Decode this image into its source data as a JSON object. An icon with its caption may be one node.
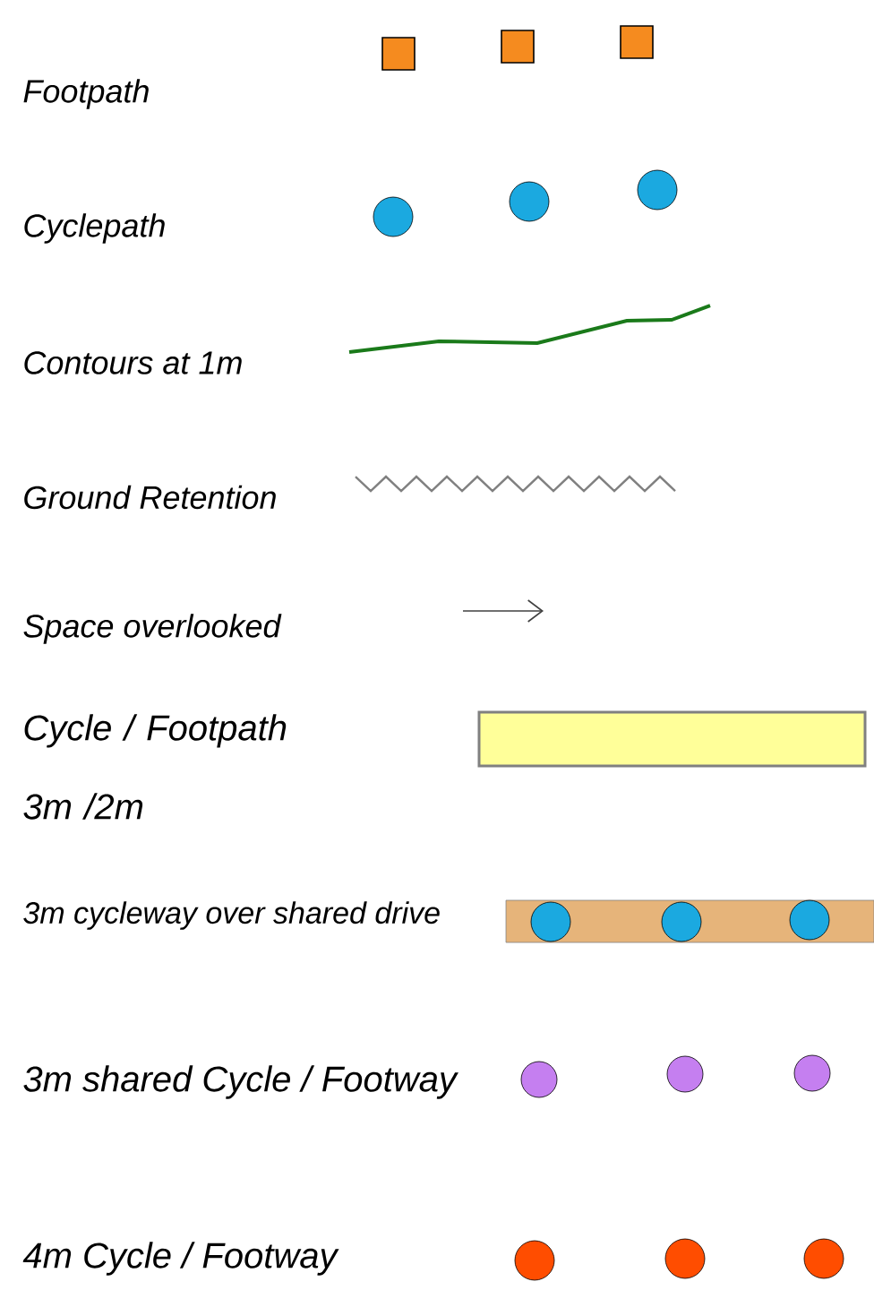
{
  "diagram": {
    "legend": [
      {
        "text": "Footpath"
      },
      {
        "text": "Cyclepath"
      },
      {
        "text": "Contours at 1m"
      },
      {
        "text": "Ground Retention"
      },
      {
        "text": "Space overlooked"
      },
      {
        "text": "Cycle / Footpath 3m /2m",
        "color": "#ffff99"
      },
      {
        "text": "3m cycleway over shared drive"
      },
      {
        "text": "3m shared Cycle / Footway"
      },
      {
        "text": "4m Cycle / Footway"
      }
    ]
  }
}
